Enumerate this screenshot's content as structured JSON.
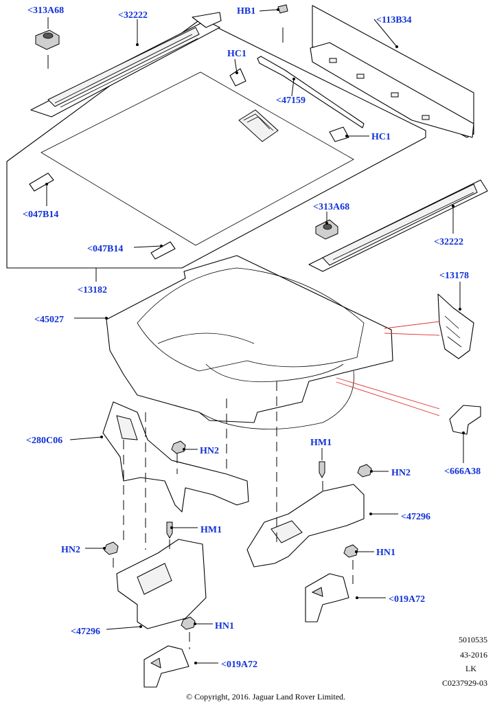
{
  "labels": {
    "l_313a68_top": "<313A68",
    "l_32222_top": "<32222",
    "l_hb1": "HB1",
    "l_113b34": "<113B34",
    "l_hc1_top": "HC1",
    "l_47159": "<47159",
    "l_hc1_right": "HC1",
    "l_047b14_left": "<047B14",
    "l_047b14_mid": "<047B14",
    "l_313a68_right": "<313A68",
    "l_32222_right": "<32222",
    "l_13182": "<13182",
    "l_13178": "<13178",
    "l_45027": "<45027",
    "l_280c06": "<280C06",
    "l_hn2_a": "HN2",
    "l_hm1_right": "HM1",
    "l_666a38": "<666A38",
    "l_hn2_b": "HN2",
    "l_47296_right": "<47296",
    "l_hm1_left": "HM1",
    "l_hn2_c": "HN2",
    "l_hn1_right": "HN1",
    "l_019a72_right": "<019A72",
    "l_47296_left": "<47296",
    "l_hn1_bottom": "HN1",
    "l_019a72_bottom": "<019A72"
  },
  "meta": {
    "ref_number": "5010535",
    "ref_code": "43-2016",
    "ref_lang": "LK",
    "ref_doc": "C0237929-03",
    "copyright": "© Copyright, 2016. Jaguar Land Rover Limited."
  }
}
